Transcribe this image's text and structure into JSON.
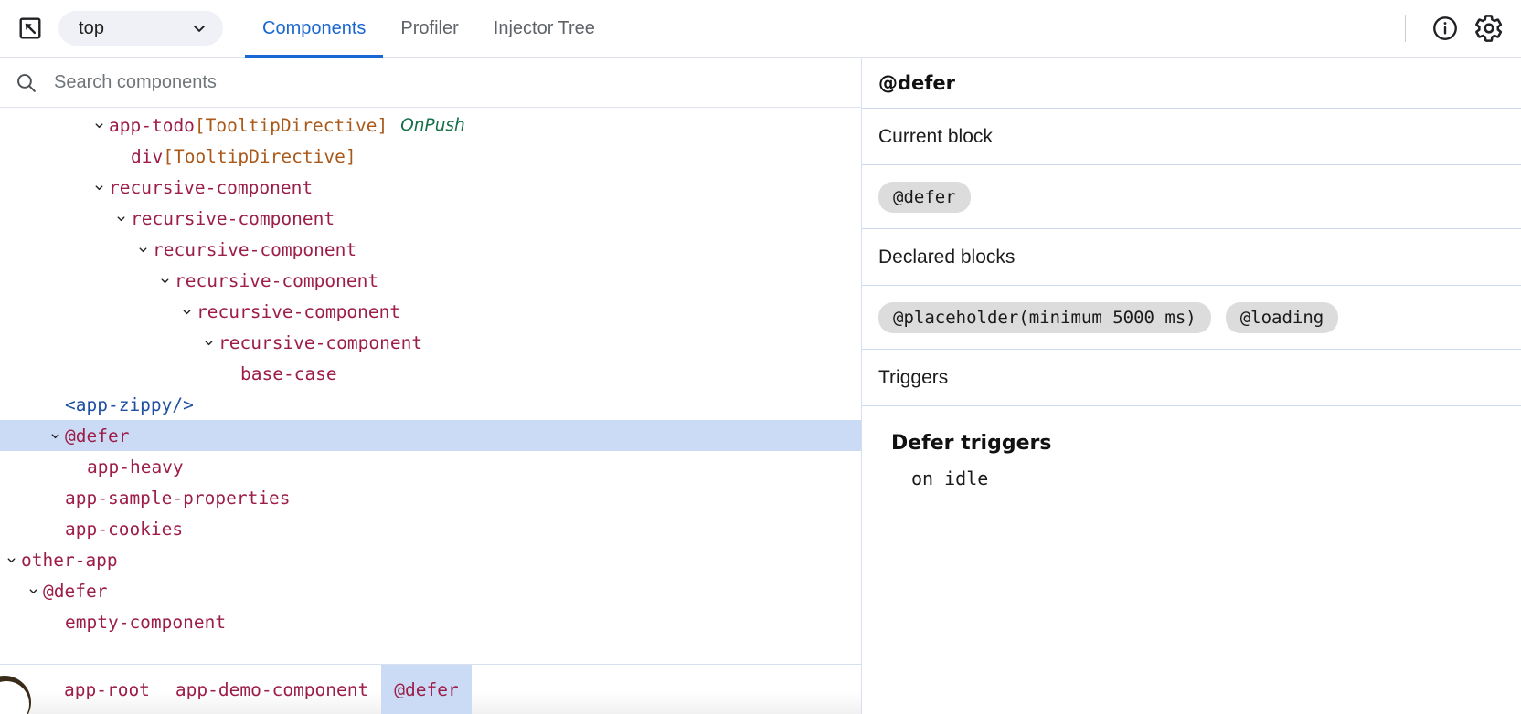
{
  "toolbar": {
    "inspect_icon": "inspect-element-icon",
    "frame_select_value": "top",
    "chevron_icon": "chevron-down-icon",
    "tabs": [
      {
        "label": "Components",
        "active": true
      },
      {
        "label": "Profiler",
        "active": false
      },
      {
        "label": "Injector Tree",
        "active": false
      }
    ],
    "info_icon": "info-circle-icon",
    "settings_icon": "gear-icon",
    "accent_color": "#1967d2"
  },
  "search": {
    "icon": "search-icon",
    "placeholder": "Search components",
    "value": ""
  },
  "tree": {
    "rows": [
      {
        "indent": 4,
        "arrow": true,
        "name": "app-todo",
        "directive": "[TooltipDirective]",
        "badge": "OnPush",
        "style": "component",
        "selected": false
      },
      {
        "indent": 5,
        "arrow": false,
        "name": "div",
        "directive": "[TooltipDirective]",
        "badge": "",
        "style": "component",
        "selected": false
      },
      {
        "indent": 4,
        "arrow": true,
        "name": "recursive-component",
        "directive": "",
        "badge": "",
        "style": "component",
        "selected": false
      },
      {
        "indent": 5,
        "arrow": true,
        "name": "recursive-component",
        "directive": "",
        "badge": "",
        "style": "component",
        "selected": false
      },
      {
        "indent": 6,
        "arrow": true,
        "name": "recursive-component",
        "directive": "",
        "badge": "",
        "style": "component",
        "selected": false
      },
      {
        "indent": 7,
        "arrow": true,
        "name": "recursive-component",
        "directive": "",
        "badge": "",
        "style": "component",
        "selected": false
      },
      {
        "indent": 8,
        "arrow": true,
        "name": "recursive-component",
        "directive": "",
        "badge": "",
        "style": "component",
        "selected": false
      },
      {
        "indent": 9,
        "arrow": true,
        "name": "recursive-component",
        "directive": "",
        "badge": "",
        "style": "component",
        "selected": false
      },
      {
        "indent": 10,
        "arrow": false,
        "name": "base-case",
        "directive": "",
        "badge": "",
        "style": "component",
        "selected": false
      },
      {
        "indent": 2,
        "arrow": false,
        "name": "<app-zippy/>",
        "directive": "",
        "badge": "",
        "style": "element",
        "selected": false
      },
      {
        "indent": 2,
        "arrow": true,
        "name": "@defer",
        "directive": "",
        "badge": "",
        "style": "component",
        "selected": true
      },
      {
        "indent": 3,
        "arrow": false,
        "name": "app-heavy",
        "directive": "",
        "badge": "",
        "style": "component",
        "selected": false
      },
      {
        "indent": 2,
        "arrow": false,
        "name": "app-sample-properties",
        "directive": "",
        "badge": "",
        "style": "component",
        "selected": false
      },
      {
        "indent": 2,
        "arrow": false,
        "name": "app-cookies",
        "directive": "",
        "badge": "",
        "style": "component",
        "selected": false
      },
      {
        "indent": 0,
        "arrow": true,
        "name": "other-app",
        "directive": "",
        "badge": "",
        "style": "component",
        "selected": false
      },
      {
        "indent": 1,
        "arrow": true,
        "name": "@defer",
        "directive": "",
        "badge": "",
        "style": "component",
        "selected": false
      },
      {
        "indent": 2,
        "arrow": false,
        "name": "empty-component",
        "directive": "",
        "badge": "",
        "style": "component",
        "selected": false
      }
    ]
  },
  "breadcrumb": {
    "items": [
      {
        "label": "app-root",
        "active": false
      },
      {
        "label": "app-demo-component",
        "active": false
      },
      {
        "label": "@defer",
        "active": true
      }
    ]
  },
  "details": {
    "title": "@defer",
    "current_block_label": "Current block",
    "current_blocks": [
      "@defer"
    ],
    "declared_blocks_label": "Declared blocks",
    "declared_blocks": [
      "@placeholder(minimum 5000 ms)",
      "@loading"
    ],
    "triggers_label": "Triggers",
    "defer_triggers_heading": "Defer triggers",
    "defer_triggers": [
      "on idle"
    ]
  },
  "colors": {
    "component_name": "#9c1d48",
    "directive_name": "#a9591a",
    "element_name": "#1f4fa3",
    "onpush_badge": "#16704a",
    "selected_row": "#ccdbf5",
    "chip_bg": "#dcdcdc"
  }
}
